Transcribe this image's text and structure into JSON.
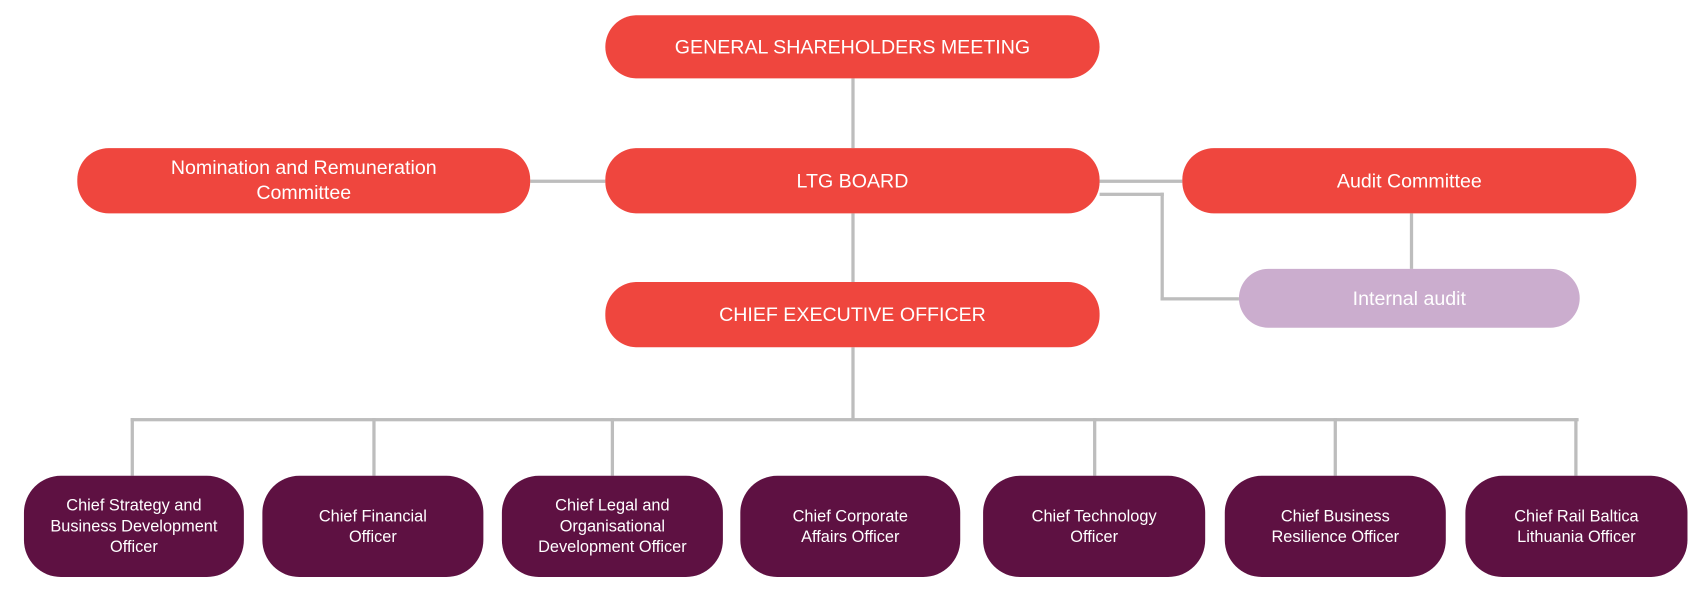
{
  "colors": {
    "governance": "#EF463E",
    "internal_audit": "#CBADCE",
    "officers": "#5E1142",
    "connector": "#BDBDBD"
  },
  "governance": {
    "shareholders": "GENERAL SHAREHOLDERS MEETING",
    "board": "LTG BOARD",
    "nomination_committee": "Nomination and Remuneration Committee",
    "audit_committee": "Audit Committee",
    "internal_audit": "Internal audit",
    "ceo": "CHIEF EXECUTIVE OFFICER"
  },
  "officers": [
    "Chief Strategy and Business Development Officer",
    "Chief Financial Officer",
    "Chief Legal and Organisational Development Officer",
    "Chief Corporate Affairs Officer",
    "Chief Technology Officer",
    "Chief Business Resilience Officer",
    "Chief Rail Baltica Lithuania Officer"
  ]
}
